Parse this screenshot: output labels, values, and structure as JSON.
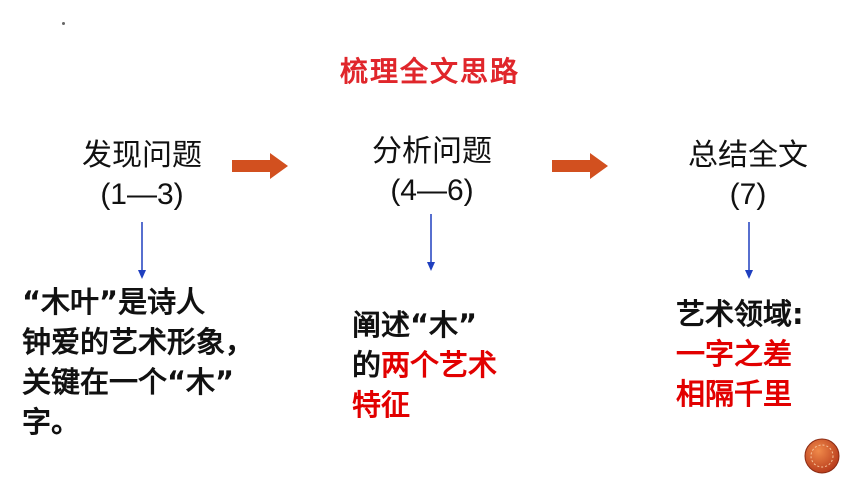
{
  "title": "梳理全文思路",
  "stages": [
    {
      "heading": "发现问题",
      "range": "(1—3)"
    },
    {
      "heading": "分析问题",
      "range": "(4—6)"
    },
    {
      "heading": "总结全文",
      "range": "(7)"
    }
  ],
  "descriptions": {
    "stage1": {
      "lines": [
        "“木叶”是诗人",
        "钟爱的艺术形象，",
        "关键在一个“木”",
        "字。"
      ]
    },
    "stage2": {
      "line1": "阐述“木”",
      "line2_prefix": "的",
      "line2_red": "两个艺术",
      "line3_red": "特征"
    },
    "stage3": {
      "line1": "艺术领域:",
      "line2_red": "一字之差",
      "line3_red": "相隔千里"
    }
  },
  "colors": {
    "title": "#e0262b",
    "arrow": "#d2501f",
    "highlight": "#e20000",
    "down_arrow": "#1f3fbf"
  },
  "icons": [
    "right-arrow-icon",
    "down-arrow-icon",
    "decorative-badge-icon"
  ]
}
